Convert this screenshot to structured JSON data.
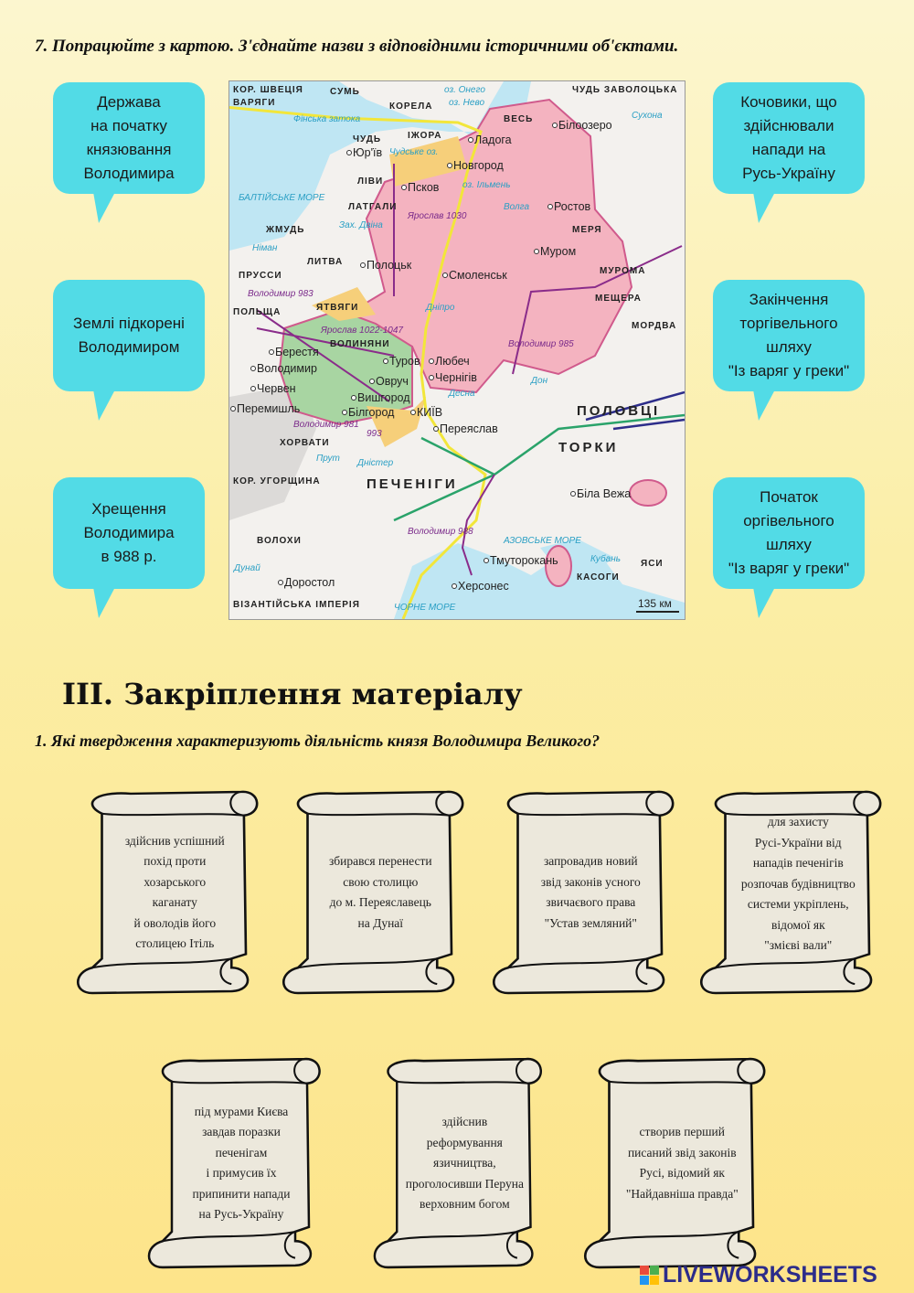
{
  "task7": {
    "title": "7. Попрацюйте з картою. З'єднайте назви з відповідними історичними об'єктами.",
    "bubbles_left": [
      "Держава\nна початку\nкнязювання\nВолодимира",
      "Землі підкорені\nВолодимиром",
      "Хрещення\nВолодимира\nв 988 р."
    ],
    "bubbles_right": [
      "Кочовики, що\nздійснювали\nнапади на\nРусь-Україну",
      "Закінчення\nторгівельного\nшляху\n\"Із варяг у греки\"",
      "Початок\nоргівельного\nшляху\n\"Із варяг у греки\""
    ],
    "bubble_color": "#52dbe6"
  },
  "map": {
    "cities": [
      "Ладога",
      "Новгород",
      "Юр'їв",
      "Псков",
      "Білоозеро",
      "Ростов",
      "Муром",
      "Полоцьк",
      "Смоленськ",
      "Берестя",
      "Туров",
      "Любеч",
      "Володимир",
      "Овруч",
      "Чернігів",
      "Червен",
      "Вишгород",
      "Білгород",
      "КИЇВ",
      "Перемишль",
      "Переяслав",
      "Біла Вежа",
      "Тмуторокань",
      "Херсонес",
      "Доростол"
    ],
    "regions": [
      "КОР. ШВЕЦІЯ",
      "ВАРЯГИ",
      "СУМЬ",
      "КОРЕЛА",
      "ВЕСЬ",
      "ЧУДЬ ЗАВОЛОЦЬКА",
      "ЧУДЬ",
      "ІЖОРА",
      "ЛІВИ",
      "ЛАТГАЛИ",
      "ЖМУДЬ",
      "ПРУССИ",
      "ЛИТВА",
      "ЯТВЯГИ",
      "МЕРЯ",
      "МУРОМА",
      "МЕЩЕРА",
      "МОРДВА",
      "ПОЛЬЩА",
      "ВОЛИНЯНИ",
      "ХОРВАТИ",
      "КОР. УГОРЩИНА",
      "ВОЛОХИ",
      "ПЕЧЕНІГИ",
      "ПОЛОВЦІ",
      "ТОРКИ",
      "КАСОГИ",
      "ЯСИ",
      "ВІЗАНТІЙСЬКА ІМПЕРІЯ"
    ],
    "waters": [
      "БАЛТІЙСЬКЕ МОРЕ",
      "Фінська затока",
      "оз. Онего",
      "оз. Нево",
      "Чудське оз.",
      "оз. Ільмень",
      "Волга",
      "Сухона",
      "Німан",
      "Зах. Двіна",
      "Дніпро",
      "Десна",
      "Дон",
      "Прут",
      "Дністер",
      "Дунай",
      "Кубань",
      "АЗОВСЬКЕ МОРЕ",
      "ЧОРНЕ МОРЕ"
    ],
    "campaigns": [
      "Ярослав 1030",
      "Ярослав 1022-1047",
      "Володимир 983",
      "Володимир 981",
      "993",
      "Володимир 985",
      "Володимир 988"
    ],
    "scale": "135 км",
    "colors": {
      "rus": "#f4b3c0",
      "conquered": "#a8d5a2",
      "yatvyagy": "#f6cf7a",
      "sea": "#bfe6f3",
      "land": "#f3f1ee",
      "route": "#f2e63a"
    }
  },
  "section3": {
    "heading": "ІІІ. Закріплення матеріалу",
    "question": "1. Які твердження характеризують діяльність князя Володимира Великого?",
    "statements": [
      "здійснив успішний\nпохід проти\nхозарського\nкаганату\nй оволодів його\nстолицею Ітіль",
      "збирався перенести\nсвою столицю\nдо м. Переяславець\nна  Дунаї",
      "запровадив новий\nзвід законів усного\nзвичаєвого права\n\"Устав земляний\"",
      "для захисту\nРусі-України від\nнападів печенігів\nрозпочав будівництво\nсистеми укріплень,\nвідомої як\n\"змієві вали\"",
      "під мурами  Києва\nзавдав поразки\nпеченігам\nі примусив їх\nприпинити напади\nна Русь-Україну",
      "здійснив\nреформування\nязичництва,\nпроголосивши Перуна\nверховним богом",
      "створив перший\nписаний звід законів\nРусі, відомий як\n\"Найдавніша правда\""
    ]
  },
  "logo": {
    "text": "LIVEWORKSHEETS"
  }
}
